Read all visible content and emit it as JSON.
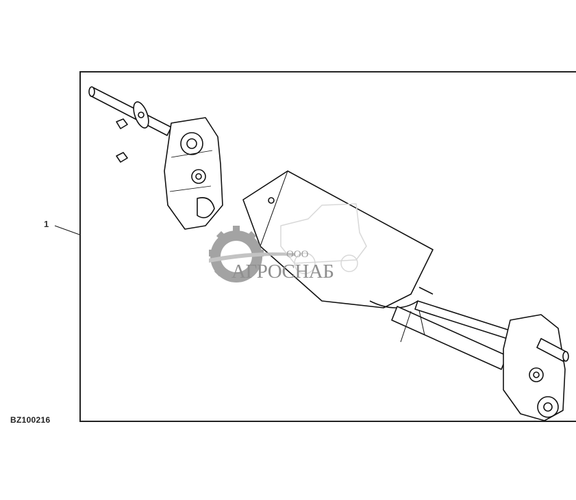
{
  "diagram": {
    "figure_id": "BZ100216",
    "callouts": [
      {
        "label": "1"
      }
    ]
  },
  "watermark": {
    "prefix": "ООО",
    "name": "АГРОСНАБ",
    "color": "#8e8e8e"
  }
}
